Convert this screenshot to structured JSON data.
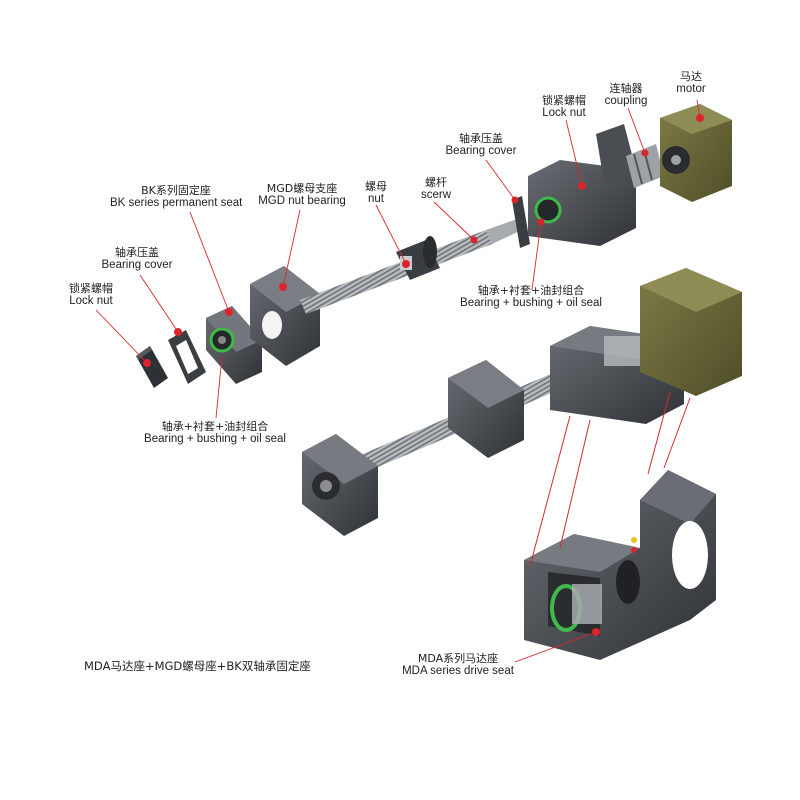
{
  "labels": {
    "motor": {
      "zh": "马达",
      "en": "motor"
    },
    "coupling": {
      "zh": "连轴器",
      "en": "coupling"
    },
    "lock_nut_right": {
      "zh": "锁紧螺帽",
      "en": "Lock nut"
    },
    "bearing_cover_right": {
      "zh": "轴承压盖",
      "en": "Bearing cover"
    },
    "screw": {
      "zh": "螺杆",
      "en": "scerw"
    },
    "nut": {
      "zh": "螺母",
      "en": "nut"
    },
    "mgd_nut_bearing": {
      "zh": "MGD螺母支座",
      "en": "MGD nut bearing"
    },
    "bk_series": {
      "zh": "BK系列固定座",
      "en": "BK series permanent seat"
    },
    "bearing_cover_left": {
      "zh": "轴承压盖",
      "en": "Bearing cover"
    },
    "lock_nut_left": {
      "zh": "锁紧螺帽",
      "en": "Lock nut"
    },
    "bearing_bushing_right": {
      "zh": "轴承+衬套+油封组合",
      "en": "Bearing + bushing + oil seal"
    },
    "bearing_bushing_left": {
      "zh": "轴承+衬套+油封组合",
      "en": "Bearing + bushing + oil seal"
    },
    "mda_drive_seat": {
      "zh": "MDA系列马达座",
      "en": "MDA series drive seat"
    }
  },
  "caption": "MDA马达座+MGD螺母座+BK双轴承固定座",
  "colors": {
    "callout": "#d9262c",
    "part_dark": "#3c3f44",
    "part_mid": "#5a5e64",
    "motor": "#6b6a3a",
    "seal": "#3fb94a",
    "shaft": "#a7abaf"
  }
}
